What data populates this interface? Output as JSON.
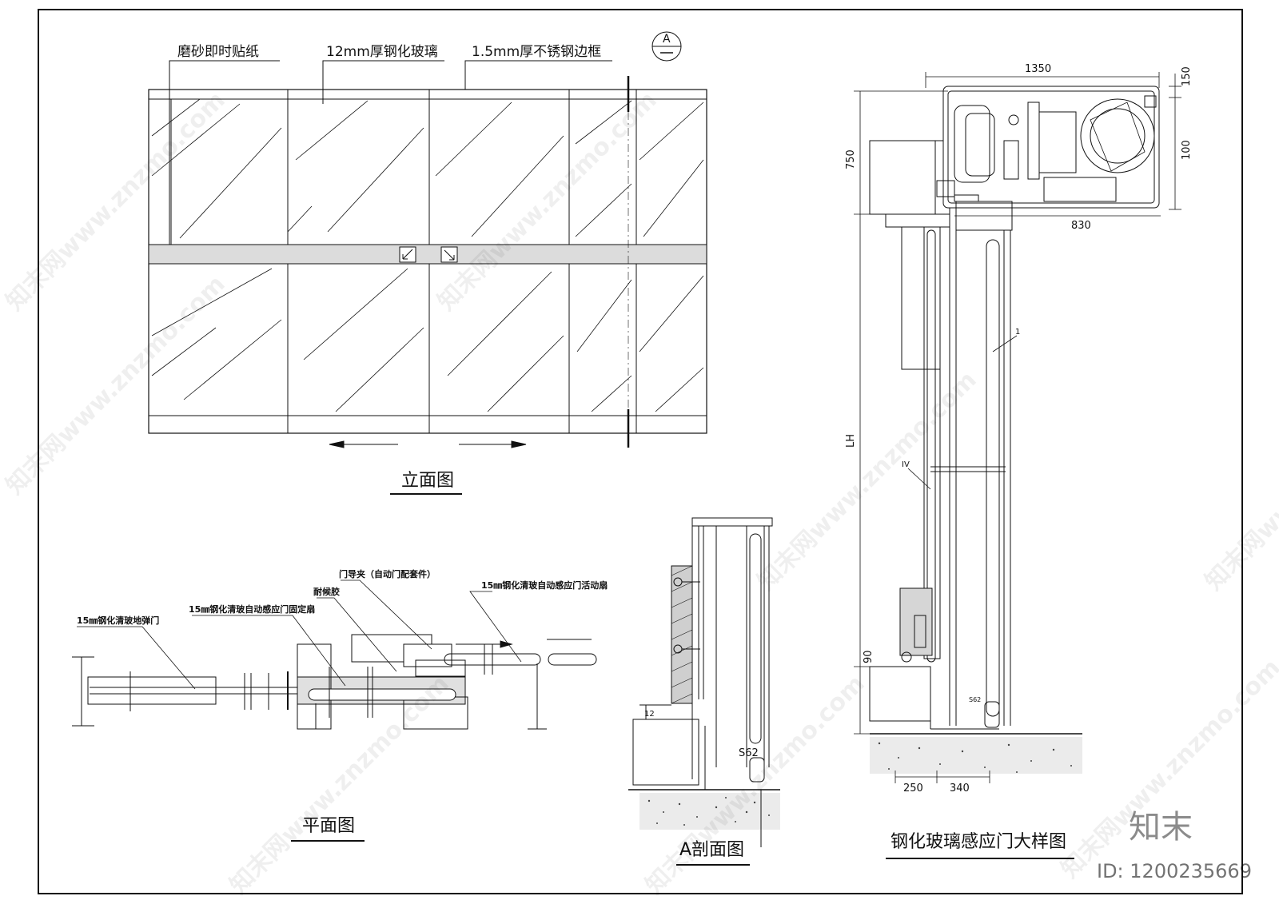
{
  "elevation": {
    "callout_left": "磨砂即时贴纸",
    "callout_mid": "12mm厚钢化玻璃",
    "callout_right": "1.5mm厚不锈钢边框",
    "section_marker": "A",
    "title": "立面图"
  },
  "plan": {
    "title": "平面图",
    "labels": {
      "spring_door": "15㎜钢化清玻地弹门",
      "fixed_leaf": "15㎜钢化清玻自动感应门固定扇",
      "sealant": "耐候胶",
      "door_guide": "门导夹（自动门配套件）",
      "active_leaf": "15㎜钢化清玻自动感应门活动扇"
    }
  },
  "section": {
    "title": "A剖面图",
    "dim_12": "12",
    "tag_s62": "S62"
  },
  "detail": {
    "title": "钢化玻璃感应门大样图",
    "dim_1350": "1350",
    "dim_150": "150",
    "dim_100": "100",
    "dim_750": "750",
    "dim_830": "830",
    "dim_lh": "LH",
    "dim_90": "90",
    "dim_250": "250",
    "dim_340": "340",
    "tag_1": "1",
    "tag_iv": "IV"
  },
  "watermark": {
    "text": "知末网www.znzmo.com",
    "logo": "知末",
    "id": "ID: 1200235669"
  }
}
